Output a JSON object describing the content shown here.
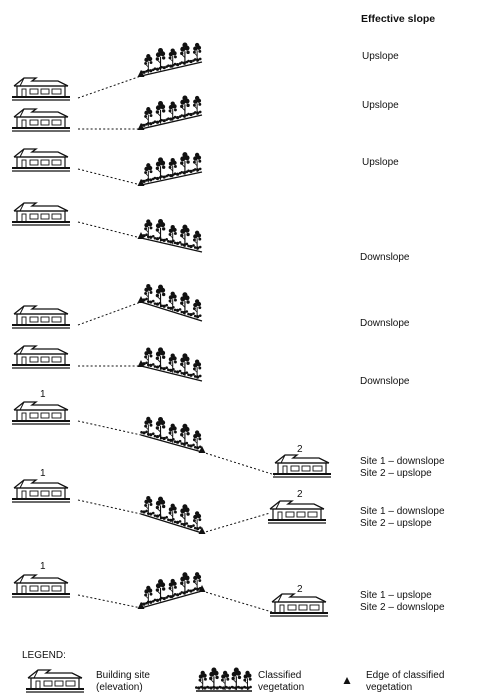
{
  "header": {
    "title": "Effective slope"
  },
  "rows": [
    {
      "label": "Upslope",
      "label2": "",
      "site1": "",
      "site2": ""
    },
    {
      "label": "Upslope",
      "label2": "",
      "site1": "",
      "site2": ""
    },
    {
      "label": "Upslope",
      "label2": "",
      "site1": "",
      "site2": ""
    },
    {
      "label": "Downslope",
      "label2": "",
      "site1": "",
      "site2": ""
    },
    {
      "label": "Downslope",
      "label2": "",
      "site1": "",
      "site2": ""
    },
    {
      "label": "Downslope",
      "label2": "",
      "site1": "",
      "site2": ""
    },
    {
      "label": "Site 1 – downslope",
      "label2": "Site 2 – upslope",
      "site1": "1",
      "site2": "2"
    },
    {
      "label": "Site 1 – downslope",
      "label2": "Site 2 – upslope",
      "site1": "1",
      "site2": "2"
    },
    {
      "label": "Site 1 – upslope",
      "label2": "Site 2 – downslope",
      "site1": "1",
      "site2": "2"
    }
  ],
  "legend": {
    "title": "LEGEND:",
    "building_line1": "Building site",
    "building_line2": "(elevation)",
    "vegetation_line1": "Classified",
    "vegetation_line2": "vegetation",
    "edge_line1": "Edge of classified",
    "edge_line2": "vegetation"
  }
}
